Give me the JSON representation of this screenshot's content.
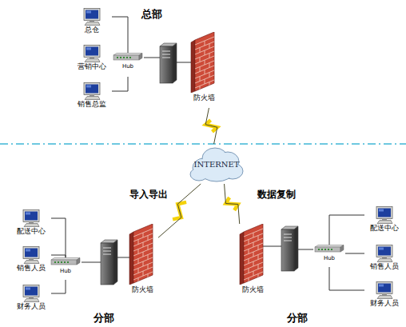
{
  "diagram": {
    "nodes": [
      {
        "text": [
          "总仓"
        ]
      },
      {
        "text": [
          "营销中心"
        ]
      },
      {
        "text": [
          "销售总监"
        ]
      },
      {
        "text": [
          "Hub"
        ]
      },
      {
        "text": [
          "防火墙"
        ]
      },
      {
        "text": [
          "INTERNET"
        ]
      },
      {
        "text": [
          "配送中心"
        ]
      },
      {
        "text": [
          "销售人员"
        ]
      },
      {
        "text": [
          "财务人员"
        ]
      },
      {
        "text": [
          "Hub"
        ]
      },
      {
        "text": [
          "防火墙"
        ]
      },
      {
        "text": [
          "防火墙"
        ]
      },
      {
        "text": [
          "Hub"
        ]
      },
      {
        "text": [
          "配送中心"
        ]
      },
      {
        "text": [
          "销售人员"
        ]
      },
      {
        "text": [
          "财务人员"
        ]
      }
    ],
    "edges": [
      {
        "from": 0,
        "to": 3,
        "arrow": "none"
      },
      {
        "from": 1,
        "to": 3,
        "arrow": "none"
      },
      {
        "from": 2,
        "to": 3,
        "arrow": "none"
      },
      {
        "from": 4,
        "to": 5,
        "arrow": "none"
      },
      {
        "from": 6,
        "to": 9,
        "arrow": "none"
      },
      {
        "from": 7,
        "to": 9,
        "arrow": "none"
      },
      {
        "from": 8,
        "to": 9,
        "arrow": "none"
      },
      {
        "from": 10,
        "to": 5,
        "label": "导入导出",
        "arrow": "none"
      },
      {
        "from": 11,
        "to": 5,
        "label": "数据复制",
        "arrow": "none"
      },
      {
        "from": 12,
        "to": 13,
        "arrow": "none"
      },
      {
        "from": 12,
        "to": 14,
        "arrow": "none"
      },
      {
        "from": 12,
        "to": 15,
        "arrow": "none"
      }
    ],
    "labels": [
      "总部",
      "分部",
      "分部"
    ]
  }
}
